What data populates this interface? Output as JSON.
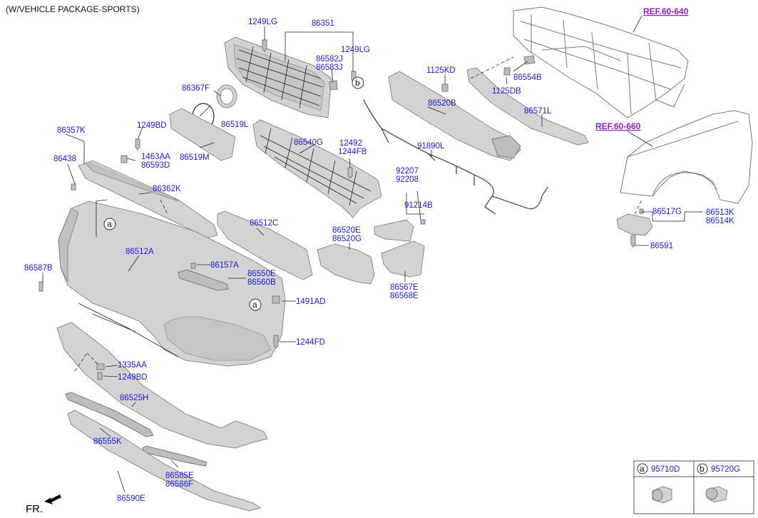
{
  "header": {
    "variant": "(W/VEHICLE PACKAGE-SPORTS)"
  },
  "refs": {
    "r1": "REF.60-640",
    "r2": "REF.60-660"
  },
  "labels": {
    "l1249LG_a": "1249LG",
    "l86351": "86351",
    "l86582J": "86582J",
    "l86583J": "86583J",
    "l1249LG_b": "1249LG",
    "l86367F": "86367F",
    "l86519L": "86519L",
    "l1249BD_a": "1249BD",
    "l86357K": "86357K",
    "l86438": "86438",
    "l1463AA": "1463AA",
    "l86593D": "86593D",
    "l86519M": "86519M",
    "l86540G": "86540G",
    "l12492": "12492",
    "l1244FB": "1244FB",
    "l86362K": "86362K",
    "l1125KD": "1125KD",
    "l86554B": "86554B",
    "l1125DB": "1125DB",
    "l86520B": "86520B",
    "l86571L": "86571L",
    "l91890L": "91890L",
    "l92207": "92207",
    "l92208": "92208",
    "l91214B": "91214B",
    "l86512C": "86512C",
    "l86520E": "86520E",
    "l86520G": "86520G",
    "l86512A": "86512A",
    "l86587B": "86587B",
    "l86157A": "86157A",
    "l86550E": "86550E",
    "l86560B": "86560B",
    "l86567E": "86567E",
    "l86568E": "86568E",
    "l1491AD": "1491AD",
    "l1244FD": "1244FD",
    "l1335AA": "1335AA",
    "l1249BD_b": "1249BD",
    "l86525H": "86525H",
    "l86555K": "86555K",
    "l86585E": "86585E",
    "l86586F": "86586F",
    "l86590E": "86590E",
    "l86517G": "86517G",
    "l86513K": "86513K",
    "l86514K": "86514K",
    "l86591": "86591"
  },
  "callouts": {
    "a": "a",
    "b": "b"
  },
  "legend": {
    "a_letter": "a",
    "a_part": "95710D",
    "b_letter": "b",
    "b_part": "95720G"
  },
  "footer": {
    "fr": "FR."
  }
}
